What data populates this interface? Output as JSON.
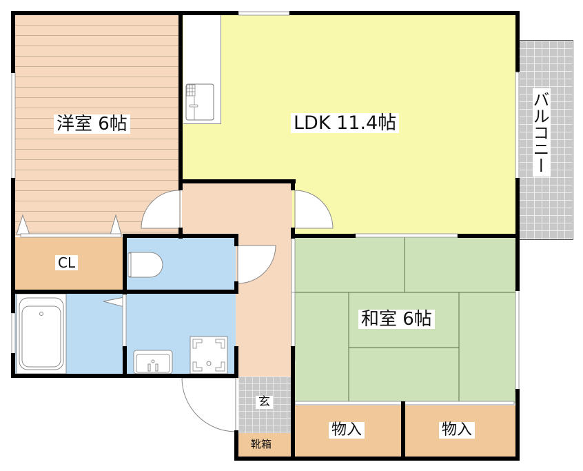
{
  "rooms": {
    "western_room": {
      "label": "洋室 6帖",
      "color": "#f6d9be"
    },
    "ldk": {
      "label": "LDK 11.4帖",
      "color": "#f9f9ae"
    },
    "balcony": {
      "label": "バルコニー",
      "color": "#c8c8c8"
    },
    "closet": {
      "label": "CL",
      "color": "#f0c89a"
    },
    "toilet": {
      "label": "",
      "color": "#bcdcf4"
    },
    "washroom": {
      "label": "",
      "color": "#bcdcf4"
    },
    "bath": {
      "label": "",
      "color": "#bcdcf4"
    },
    "hallway": {
      "label": "",
      "color": "#f6d9be"
    },
    "japanese_room": {
      "label": "和室 6帖",
      "color": "#cde2b8"
    },
    "entrance": {
      "label": "玄",
      "color": "#c8c8c8"
    },
    "shoe_box": {
      "label": "靴箱",
      "color": "#f0c89a"
    },
    "storage_1": {
      "label": "物入",
      "color": "#f0c89a"
    },
    "storage_2": {
      "label": "物入",
      "color": "#f0c89a"
    }
  },
  "colors": {
    "wall": "#000000",
    "fixture_line": "#777777"
  }
}
